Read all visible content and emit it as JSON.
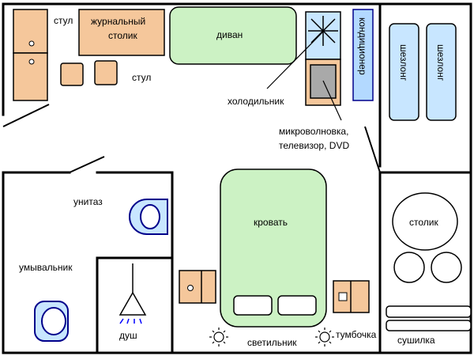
{
  "labels": {
    "chair_top": "стул",
    "coffee_table_line1": "журнальный",
    "coffee_table_line2": "столик",
    "sofa": "диван",
    "air_conditioner": "кондиционер",
    "chair_middle": "стул",
    "fridge": "холодильник",
    "deckchair_left": "шезлонг",
    "deckchair_right": "шезлонг",
    "microwave_line1": "микроволновка,",
    "microwave_line2": "телевизор, DVD",
    "toilet": "унитаз",
    "bed": "кровать",
    "side_table": "столик",
    "washbasin": "умывальник",
    "shower": "душ",
    "lamp": "светильник",
    "nightstand": "тумбочка",
    "dryer": "сушилка"
  },
  "colors": {
    "wall": "#000000",
    "wood": "#f5c79b",
    "green": "#ccf2c4",
    "light_blue": "#c8e6ff",
    "grey": "#a9a9a9",
    "ac_blue": "#b3d9ff",
    "dark_blue": "#00008b",
    "shower_blue": "#0000ff",
    "white": "#ffffff"
  },
  "icons": {
    "fridge_symbol": "snowflake-icon",
    "lamp_symbol": "sun-icon",
    "shower_symbol": "shower-head-icon"
  }
}
